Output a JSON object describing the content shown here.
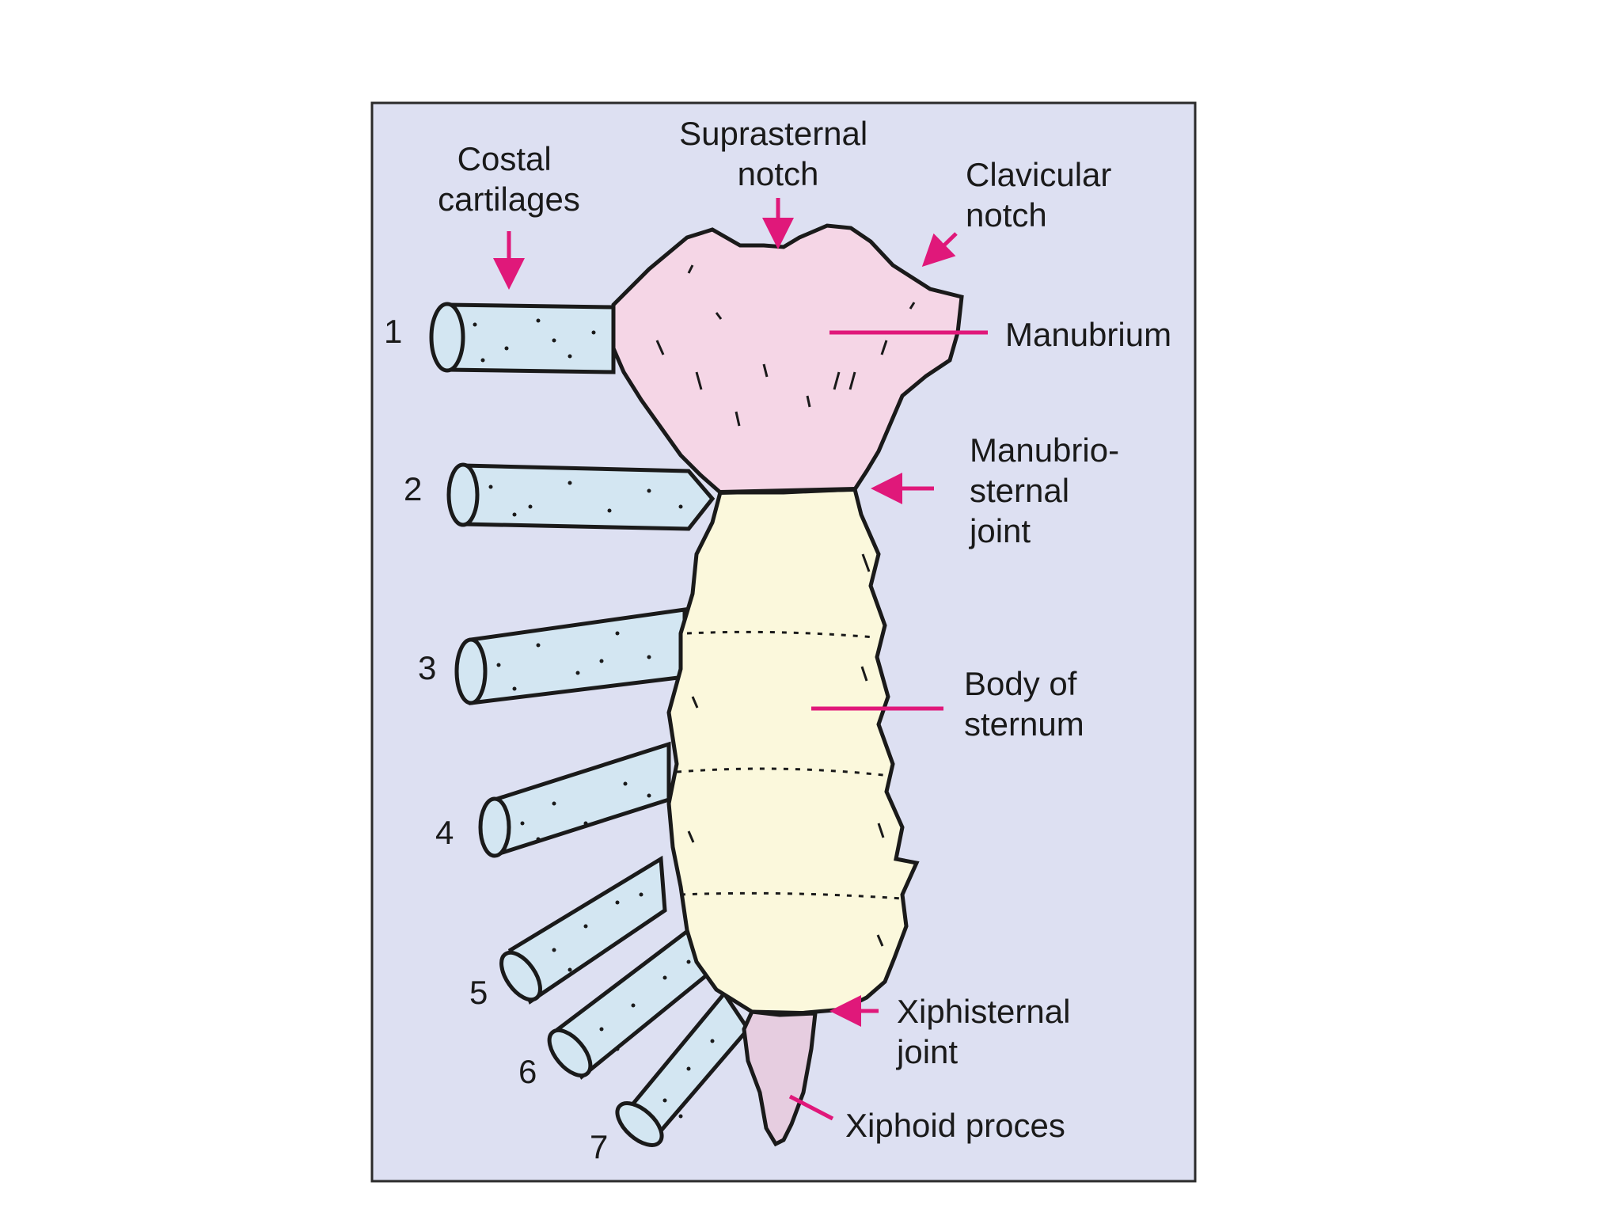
{
  "colors": {
    "frame_bg": "#dde0f2",
    "frame_border": "#2b2b2b",
    "manubrium_fill": "#f5d6e6",
    "body_fill": "#fbf8dc",
    "xiphoid_fill": "#e6cde0",
    "cartilage_fill": "#d3e6f2",
    "arrow": "#e0187a",
    "outline": "#1a1a1a"
  },
  "labels": {
    "costal_cartilages": [
      "Costal",
      "cartilages"
    ],
    "suprasternal_notch": [
      "Suprasternal",
      "notch"
    ],
    "clavicular_notch": [
      "Clavicular",
      "notch"
    ],
    "manubrium": "Manubrium",
    "manubriosternal_joint": [
      "Manubrio-",
      "sternal",
      "joint"
    ],
    "body_of_sternum": [
      "Body of",
      "sternum"
    ],
    "xiphisternal_joint": [
      "Xiphisternal",
      "joint"
    ],
    "xiphoid_process": "Xiphoid proces"
  },
  "cartilage_numbers": [
    "1",
    "2",
    "3",
    "4",
    "5",
    "6",
    "7"
  ]
}
